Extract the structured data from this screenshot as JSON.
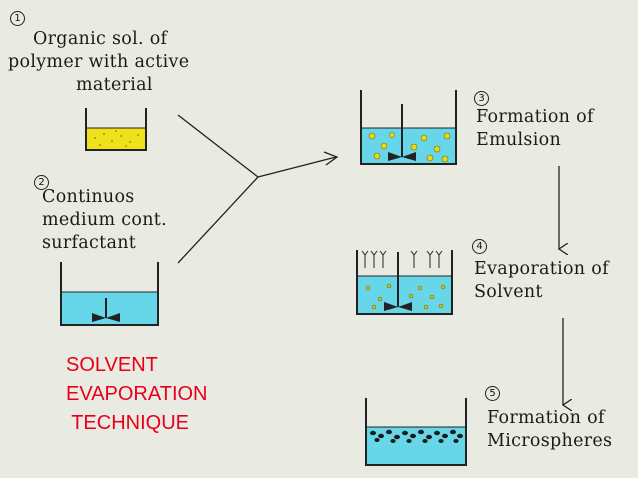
{
  "colors": {
    "background": "#e9ebe2",
    "organic_solution": "#f0e21a",
    "aqueous_medium": "#66d6e8",
    "title_text": "#e8001a",
    "ink": "#1a1a1a"
  },
  "steps": [
    {
      "number": "1",
      "lines": [
        "Organic sol. of",
        "polymer with active",
        "material"
      ]
    },
    {
      "number": "2",
      "lines": [
        "Continuos",
        "medium cont.",
        "surfactant"
      ]
    },
    {
      "number": "3",
      "lines": [
        "Formation of",
        "Emulsion"
      ]
    },
    {
      "number": "4",
      "lines": [
        "Evaporation of",
        "Solvent"
      ]
    },
    {
      "number": "5",
      "lines": [
        "Formation of",
        "Microspheres"
      ]
    }
  ],
  "title": {
    "lines": [
      "SOLVENT",
      "EVAPORATION",
      " TECHNIQUE"
    ]
  },
  "icons": [
    "beaker-icon",
    "stirrer-icon",
    "arrow-icon",
    "vapor-icon"
  ]
}
